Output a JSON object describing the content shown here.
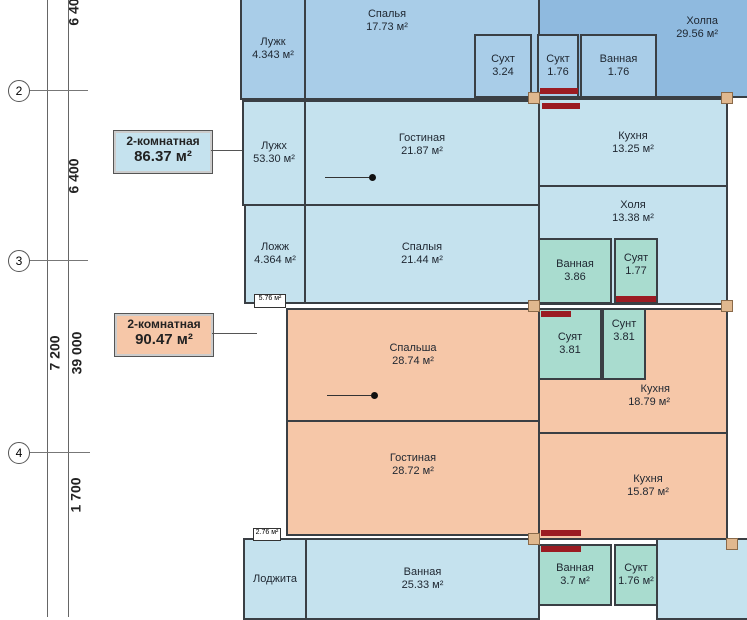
{
  "axes": [
    "2",
    "3",
    "4"
  ],
  "dimensions": {
    "top": "6 40",
    "span1": "6 400",
    "outer": "7 200",
    "total": "39 000",
    "bottom": "1 700"
  },
  "apartments": [
    {
      "type": "2-комнатная",
      "area": "86.37 м²",
      "color": "#c5e2ee"
    },
    {
      "type": "2-комнатная",
      "area": "90.47 м²",
      "color": "#f6c7a8"
    }
  ],
  "rooms": [
    {
      "name": "Лужк",
      "area": "4.343 м²"
    },
    {
      "name": "Спалья",
      "area": "17.73 м²"
    },
    {
      "name": "Сухт",
      "area": "3.24"
    },
    {
      "name": "Сукт",
      "area": "1.76"
    },
    {
      "name": "Ванная",
      "area": "1.76"
    },
    {
      "name": "Холпа",
      "area": "29.56 м²"
    },
    {
      "name": "Лужх",
      "area": "53.30 м²"
    },
    {
      "name": "Гостиная",
      "area": "21.87 м²"
    },
    {
      "name": "Кухня",
      "area": "13.25 м²"
    },
    {
      "name": "Ложж",
      "area": "4.364 м²"
    },
    {
      "name": "Спалыя",
      "area": "21.44 м²"
    },
    {
      "name": "Холя",
      "area": "13.38 м²"
    },
    {
      "name": "Ванная",
      "area": "3.86"
    },
    {
      "name": "Суят",
      "area": "1.77"
    },
    {
      "name": "Спальша",
      "area": "28.74 м²"
    },
    {
      "name": "Суят",
      "area": "3.81"
    },
    {
      "name": "Сунт",
      "area": "3.81"
    },
    {
      "name": "Кухня",
      "area": "18.79 м²"
    },
    {
      "name": "Гостиная",
      "area": "28.72 м²"
    },
    {
      "name": "Кухня",
      "area": "15.87 м²"
    },
    {
      "name": "Лоджита",
      "area": ""
    },
    {
      "name": "Ванная",
      "area": "25.33 м²"
    },
    {
      "name": "Ванная",
      "area": "3.7 м²"
    },
    {
      "name": "Сукт",
      "area": "1.76 м²"
    }
  ],
  "small_labels": [
    "5.76 м²",
    "2.76 м²"
  ]
}
